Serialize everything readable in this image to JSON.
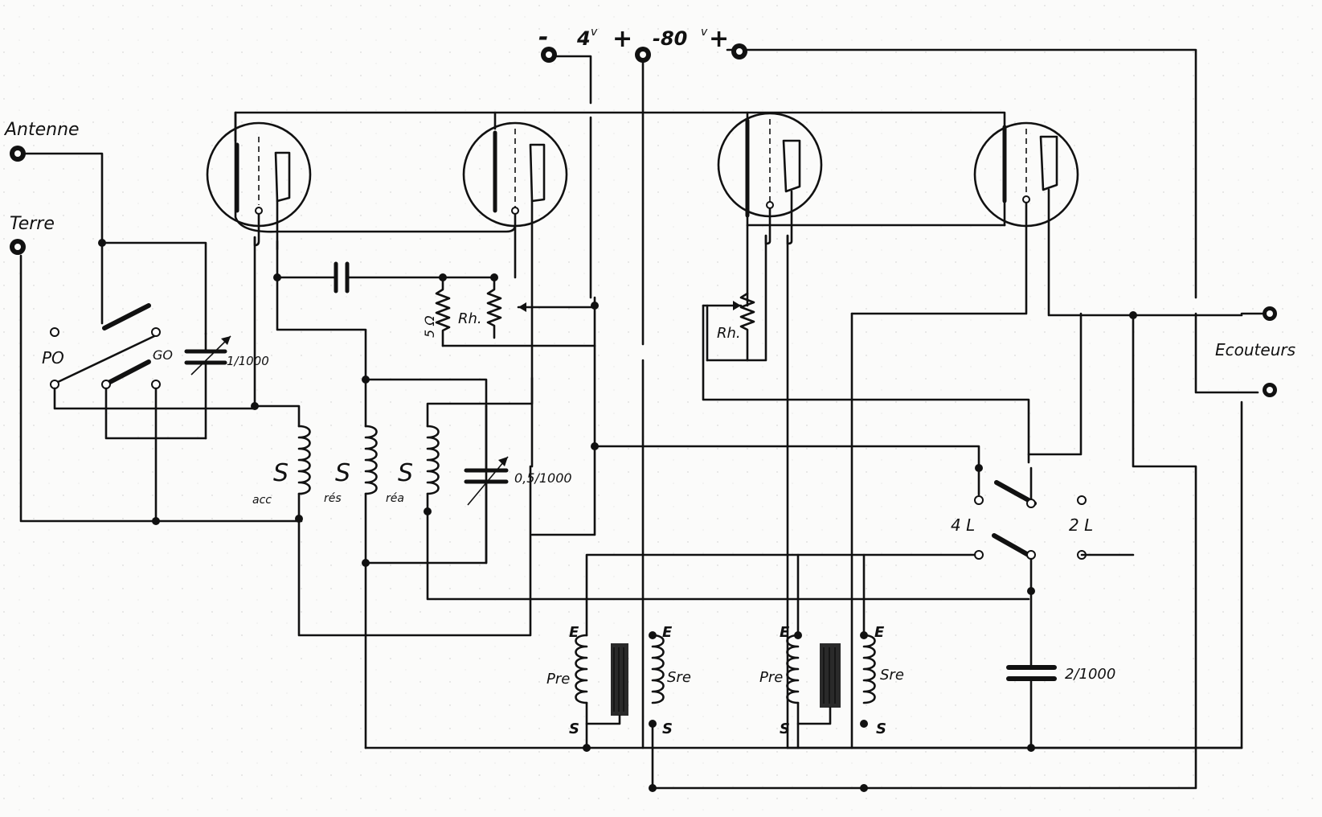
{
  "colors": {
    "ink": "#111111",
    "paper": "#fbfbfa"
  },
  "terminals": {
    "antenna": "Antenne",
    "ground": "Terre",
    "headphones": "Ecouteurs"
  },
  "supply": {
    "minus": "-",
    "v4": "4",
    "v4_unit": "v",
    "plus1": "+",
    "v80": "-80",
    "v80_unit": "v",
    "plus2": "+"
  },
  "switch_band": {
    "po": "PO",
    "go": "GO"
  },
  "antenna_capacitor": "1/1000",
  "coils": {
    "acc": {
      "letter": "S",
      "sub": "acc"
    },
    "res": {
      "letter": "S",
      "sub": "rés"
    },
    "rea": {
      "letter": "S",
      "sub": "réa"
    }
  },
  "tuning_capacitor": "0,5/1000",
  "resistor": "5 Ω",
  "rheostats": [
    "Rh.",
    "Rh."
  ],
  "transformers": [
    {
      "e": "E",
      "s": "S",
      "primary": "Pre",
      "secondary": "Sre"
    },
    {
      "e": "E",
      "s": "S",
      "primary": "Pre",
      "secondary": "Sre"
    }
  ],
  "lamp_switch": {
    "four": "4 L",
    "two": "2 L"
  },
  "output_capacitor": "2/1000"
}
